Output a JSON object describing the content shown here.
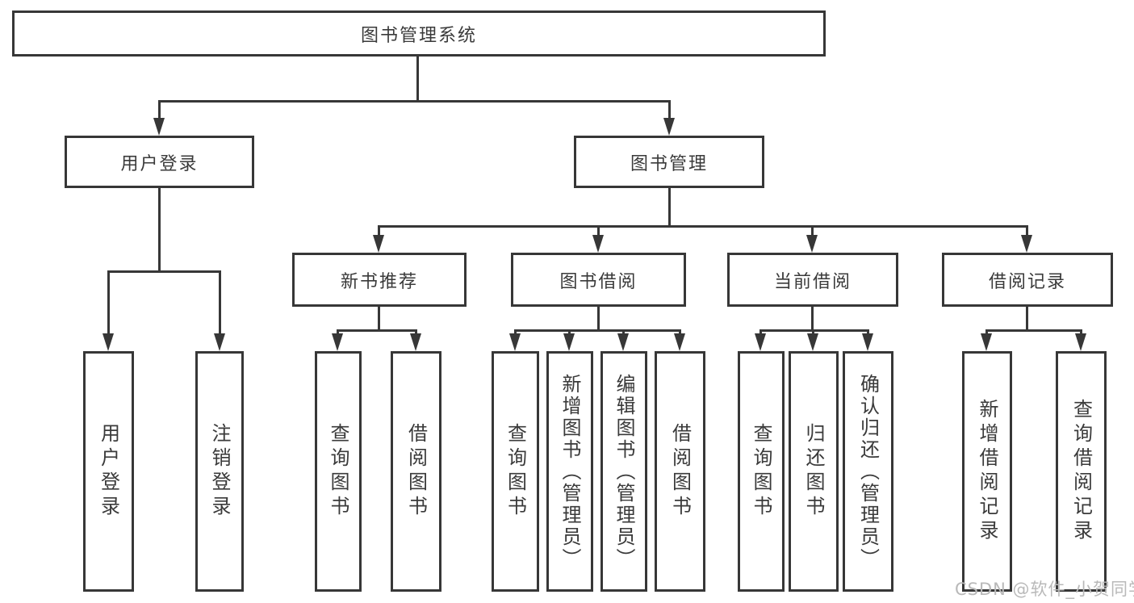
{
  "diagram": {
    "type": "hierarchy-diagram",
    "colors": {
      "line": "#373737",
      "text": "#3a3a3a",
      "box_fill": "#ffffff",
      "watermark": "#b9b9b9"
    },
    "watermark": "CSDN @软件_小贺同学",
    "nodes": {
      "root": "图书管理系统",
      "user_login": "用户登录",
      "book_management": "图书管理",
      "new_book_recommend": "新书推荐",
      "book_borrowing": "图书借阅",
      "current_borrowing": "当前借阅",
      "borrowing_records": "借阅记录",
      "leaf_user_login": "用户登录",
      "leaf_logout": "注销登录",
      "leaf_query_books": "查询图书",
      "leaf_borrow_books": "借阅图书",
      "leaf_add_books_admin": "新增图书（管理员）",
      "leaf_edit_books_admin": "编辑图书（管理员）",
      "leaf_return_books": "归还图书",
      "leaf_confirm_return_admin": "确认归还（管理员）",
      "leaf_add_borrow_record": "新增借阅记录",
      "leaf_query_borrow_record": "查询借阅记录"
    },
    "hierarchy_note": {
      "root_children": [
        "用户登录",
        "图书管理"
      ],
      "user_login_children": [
        "用户登录",
        "注销登录"
      ],
      "book_management_children": [
        "新书推荐",
        "图书借阅",
        "当前借阅",
        "借阅记录"
      ],
      "new_book_recommend_children": [
        "查询图书",
        "借阅图书"
      ],
      "book_borrowing_children": [
        "查询图书",
        "新增图书（管理员）",
        "编辑图书（管理员）",
        "借阅图书"
      ],
      "current_borrowing_children": [
        "查询图书",
        "归还图书",
        "确认归还（管理员）"
      ],
      "borrowing_records_children": [
        "新增借阅记录",
        "查询借阅记录"
      ]
    }
  }
}
